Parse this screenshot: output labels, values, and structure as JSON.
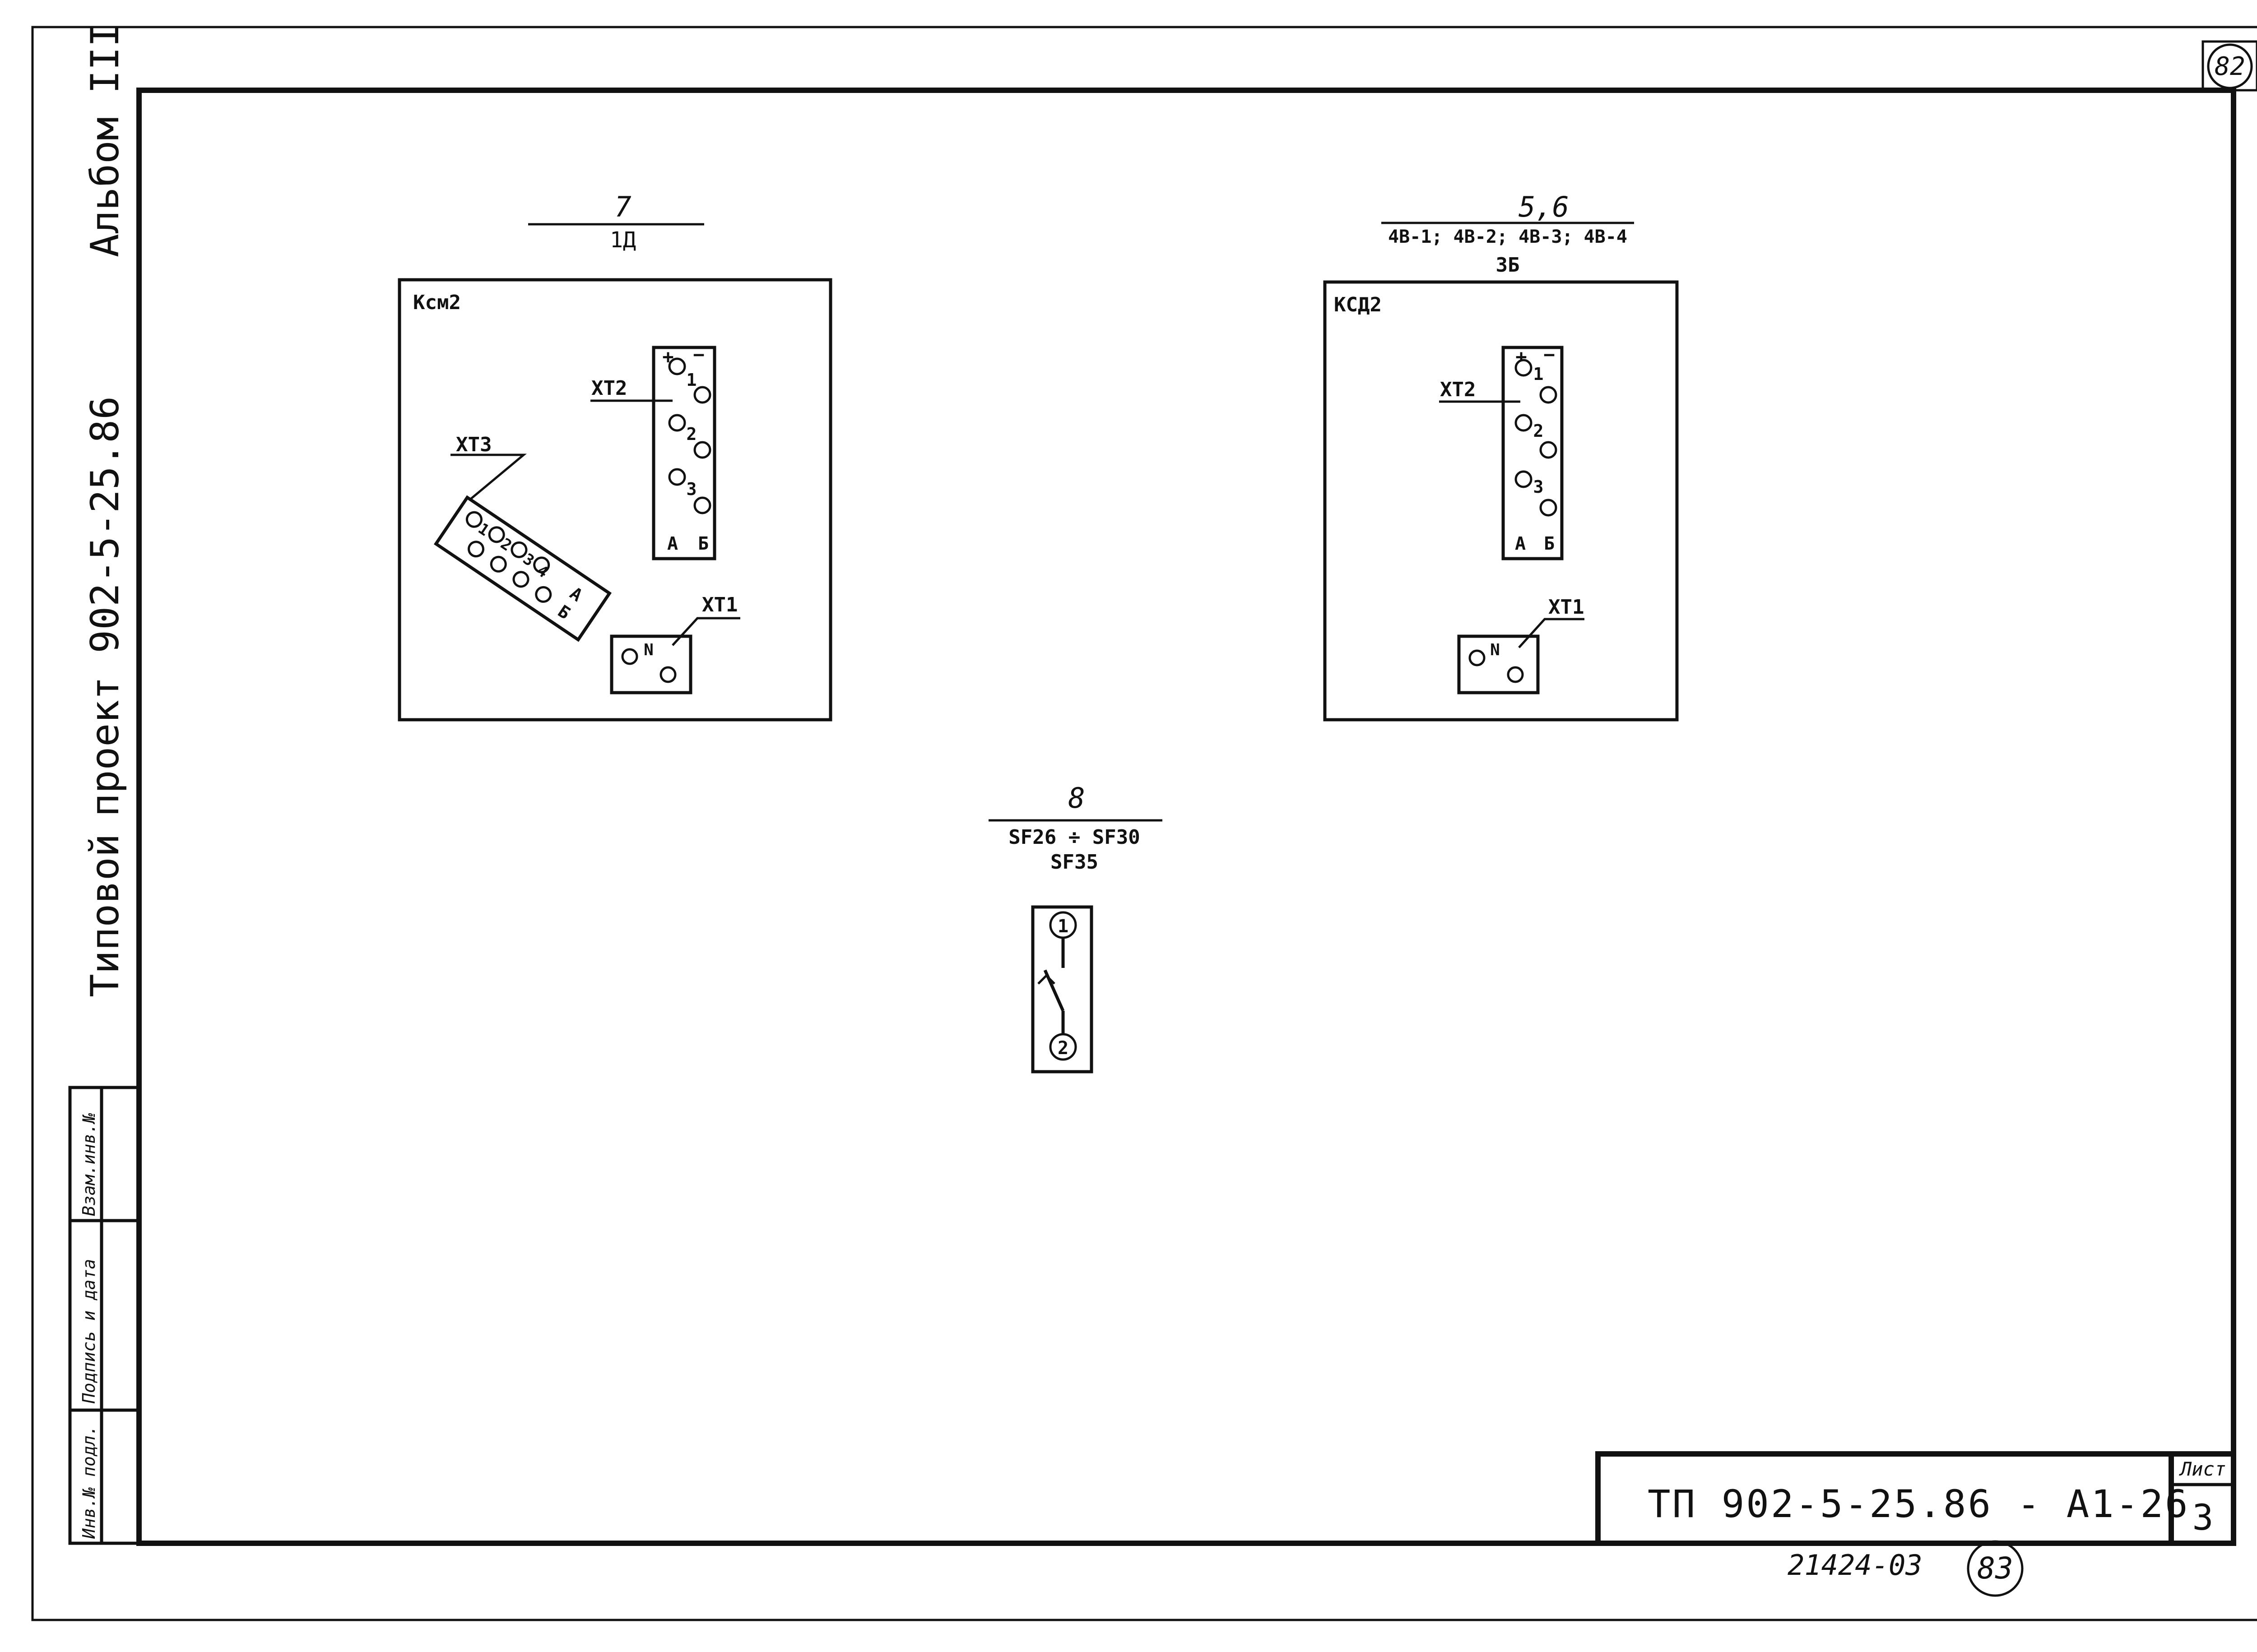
{
  "sheet": {
    "corner_number_top": "82",
    "corner_number_bottom": "83",
    "archive_number": "21424-03"
  },
  "side_title": {
    "series": "Типовой",
    "project": "проект 902-5-25.86",
    "album": "Альбом III"
  },
  "side_stamp": {
    "inv_orig": "Инв.№ подл.",
    "sign_date": "Подпись и дата",
    "inv_repl": "Взам.инв.№"
  },
  "title_block": {
    "code": "ТП 902-5-25.86 - А1-26",
    "sheet_label": "Лист",
    "sheet_no": "3"
  },
  "panel_ksm": {
    "pos_num": "7",
    "pos_den": "1Д",
    "name": "Ксм2",
    "xt2": {
      "label": "ХТ2",
      "plus": "+",
      "minus": "−",
      "row1": "1",
      "row2": "2",
      "row3": "3",
      "col_a": "А",
      "col_b": "Б"
    },
    "xt3": {
      "label": "ХТ3",
      "row1": "1",
      "row2": "2",
      "row3": "3",
      "row4": "4",
      "col_a": "А",
      "col_b": "Б"
    },
    "xt1": {
      "label": "ХТ1",
      "n": "N"
    }
  },
  "panel_ksd": {
    "pos_num": "5,6",
    "pos_den": "4В-1; 4В-2; 4В-3; 4В-4",
    "pos_sub": "3Б",
    "name": "КСД2",
    "xt2": {
      "label": "ХТ2",
      "plus": "+",
      "minus": "−",
      "row1": "1",
      "row2": "2",
      "row3": "3",
      "col_a": "А",
      "col_b": "Б"
    },
    "xt1": {
      "label": "ХТ1",
      "n": "N"
    }
  },
  "breaker": {
    "pos_num": "8",
    "pos_den": "SF26 ÷ SF30",
    "pos_sub": "SF35",
    "term1": "1",
    "term2": "2"
  }
}
